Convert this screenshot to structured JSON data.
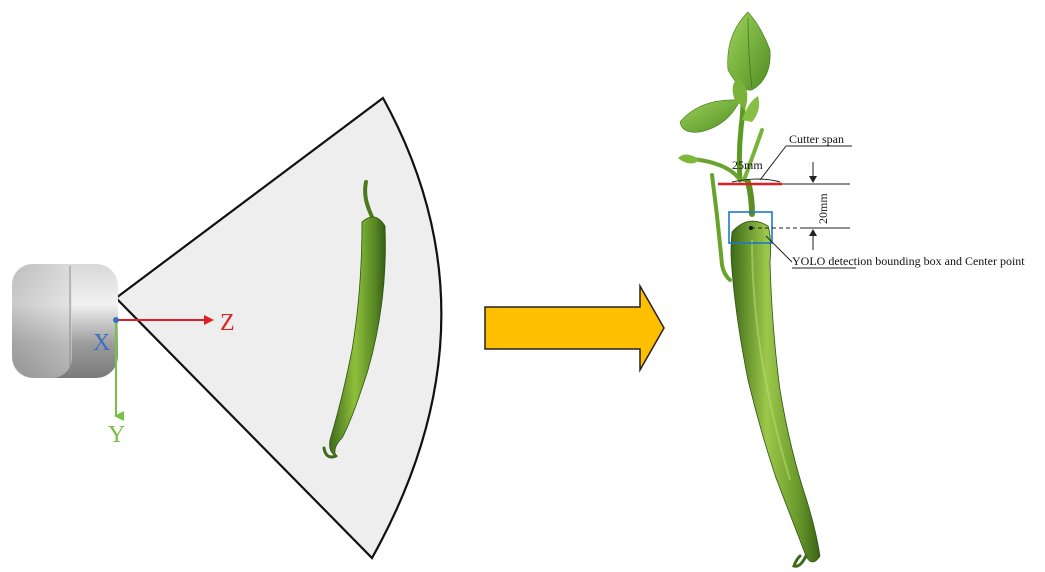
{
  "left_scene": {
    "camera_icon": "depth-camera-icon",
    "axes": {
      "x_label": "X",
      "y_label": "Y",
      "z_label": "Z",
      "colors": {
        "x": "#3a6fc4",
        "y": "#79c043",
        "z": "#e02020"
      }
    },
    "field_of_view_fill": "#eeeeee"
  },
  "transition_arrow": {
    "color": "#ffbf00"
  },
  "right_scene": {
    "cutter_span_label": "Cutter span",
    "cutter_span_value": "25mm",
    "offset_value": "20mm",
    "bbox_label": "YOLO detection bounding box and Center point",
    "colors": {
      "cutter_line": "#e02020",
      "bbox": "#1f78c8"
    }
  }
}
